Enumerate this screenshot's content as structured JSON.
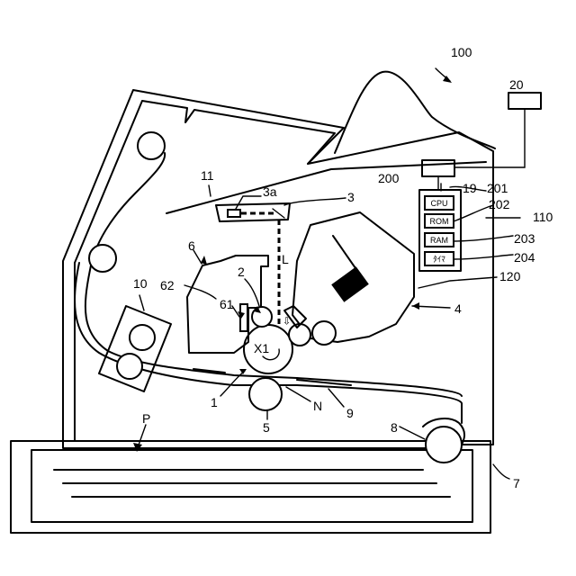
{
  "labels": {
    "printer": "100",
    "external": "20",
    "display": "19",
    "controller": "200",
    "cpu_ref": "201",
    "rom_ref": "202",
    "ram_ref": "203",
    "timer_ref": "204",
    "housing": "110",
    "toner_box": "120",
    "exposure": "3",
    "exposure_light": "3a",
    "cover": "11",
    "developer": "6",
    "developer_housing": "62",
    "developing_roller": "61",
    "charger": "2",
    "laser": "L",
    "laser_arrow": "⇦",
    "fuser": "10",
    "drum_axis": "X1",
    "drum": "1",
    "transfer_roller": "5",
    "nip": "N",
    "conveyor": "9",
    "feed_roller": "8",
    "tray": "7",
    "paper": "P",
    "toner_container": "4"
  },
  "boxes": {
    "cpu": "CPU",
    "rom": "ROM",
    "ram": "RAM",
    "timer": "ﾀｲﾏ"
  }
}
